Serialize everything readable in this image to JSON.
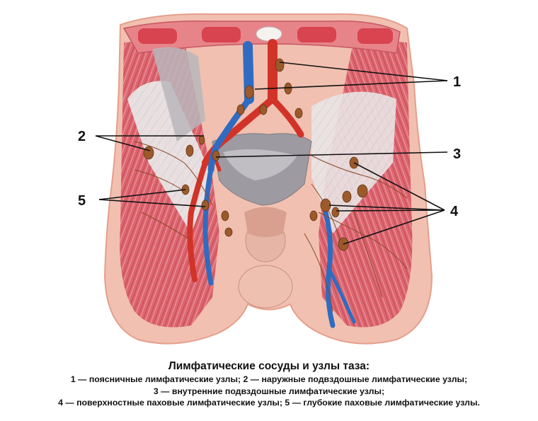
{
  "figure": {
    "callouts": [
      {
        "number": "1"
      },
      {
        "number": "2"
      },
      {
        "number": "3"
      },
      {
        "number": "4"
      },
      {
        "number": "5"
      }
    ],
    "colors": {
      "muscle": "#d9606a",
      "muscle_light": "#eaa0a4",
      "skin": "#f3c3b4",
      "artery": "#d8332a",
      "vein": "#2c6fc4",
      "node": "#9a5a2a",
      "fascia": "#e8e4e4"
    }
  },
  "caption": {
    "title": "Лимфатические сосуды и узлы таза:",
    "lines": [
      "1 — поясничные лимфатические узлы; 2 — наружные подвздошные лимфатические узлы;",
      "3 — внутренние подвздошные лимфатические узлы;",
      "4 — поверхностные паховые лимфатические узлы; 5 — глубокие паховые лимфатические узлы."
    ]
  }
}
